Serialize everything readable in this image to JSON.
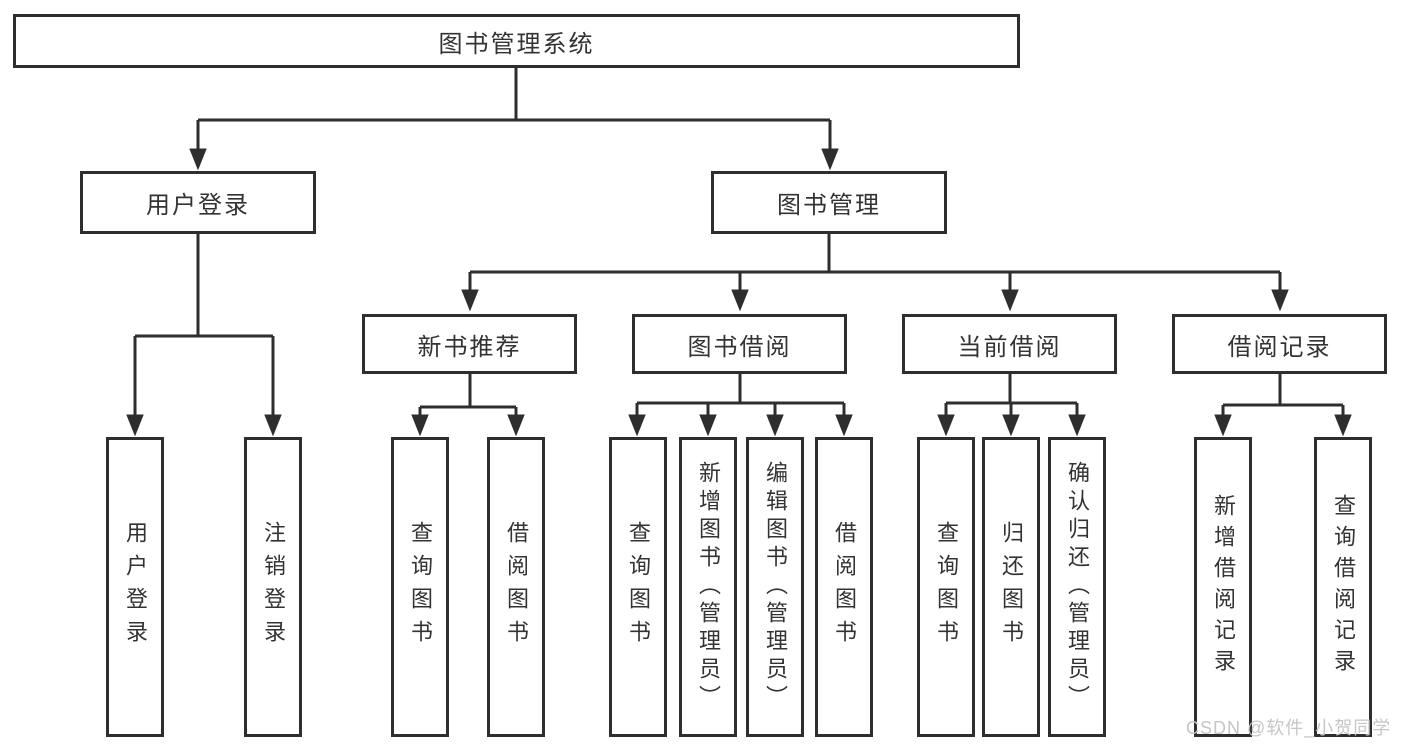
{
  "diagram": {
    "root": "图书管理系统",
    "level2": [
      "用户登录",
      "图书管理"
    ],
    "level3": [
      "新书推荐",
      "图书借阅",
      "当前借阅",
      "借阅记录"
    ],
    "leaves": {
      "user_login": [
        "用户登录",
        "注销登录"
      ],
      "new_book_rec": [
        "查询图书",
        "借阅图书"
      ],
      "book_borrow": [
        "查询图书",
        "新增图书（管理员）",
        "编辑图书（管理员）",
        "借阅图书"
      ],
      "current_borrow": [
        "查询图书",
        "归还图书",
        "确认归还（管理员）"
      ],
      "borrow_records": [
        "新增借阅记录",
        "查询借阅记录"
      ]
    }
  },
  "watermark": "CSDN @软件_小贺同学",
  "colors": {
    "line": "#2e2e2e",
    "box_border": "#2e2e2e",
    "text": "#333333",
    "watermark": "#c6c6c6",
    "background": "#ffffff"
  }
}
